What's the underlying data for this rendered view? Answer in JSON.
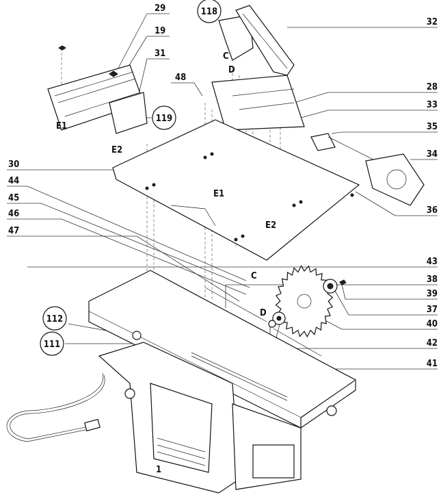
{
  "title": "Exploded parts diagram — table saw",
  "callouts": {
    "p29": "29",
    "p19": "19",
    "p31": "31",
    "p119": "119",
    "e1_top": "E1",
    "e2_top": "E2",
    "p118": "118",
    "c_top": "C",
    "d_top": "D",
    "p32": "32",
    "p48": "48",
    "p28": "28",
    "p33": "33",
    "p35": "35",
    "p34": "34",
    "p36": "36",
    "p30": "30",
    "p44": "44",
    "p45": "45",
    "p46": "46",
    "p47": "47",
    "e1_mid": "E1",
    "e2_mid": "E2",
    "p43": "43",
    "c_mid": "C",
    "d_mid": "D",
    "p38": "38",
    "p39": "39",
    "p37": "37",
    "p40": "40",
    "p42": "42",
    "p41": "41",
    "p112": "112",
    "p111": "111",
    "p1": "1"
  }
}
